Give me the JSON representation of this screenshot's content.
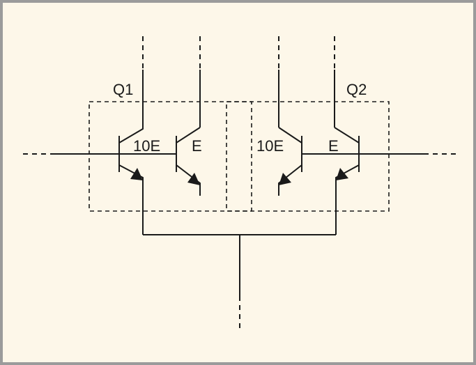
{
  "diagram": {
    "labels": {
      "q1": "Q1",
      "q2": "Q2",
      "t1": "10E",
      "t2": "E",
      "t3": "10E",
      "t4": "E"
    },
    "colors": {
      "background": "#fdf7e9",
      "border": "#9b9b9b",
      "ink": "#1a1a1a"
    }
  }
}
